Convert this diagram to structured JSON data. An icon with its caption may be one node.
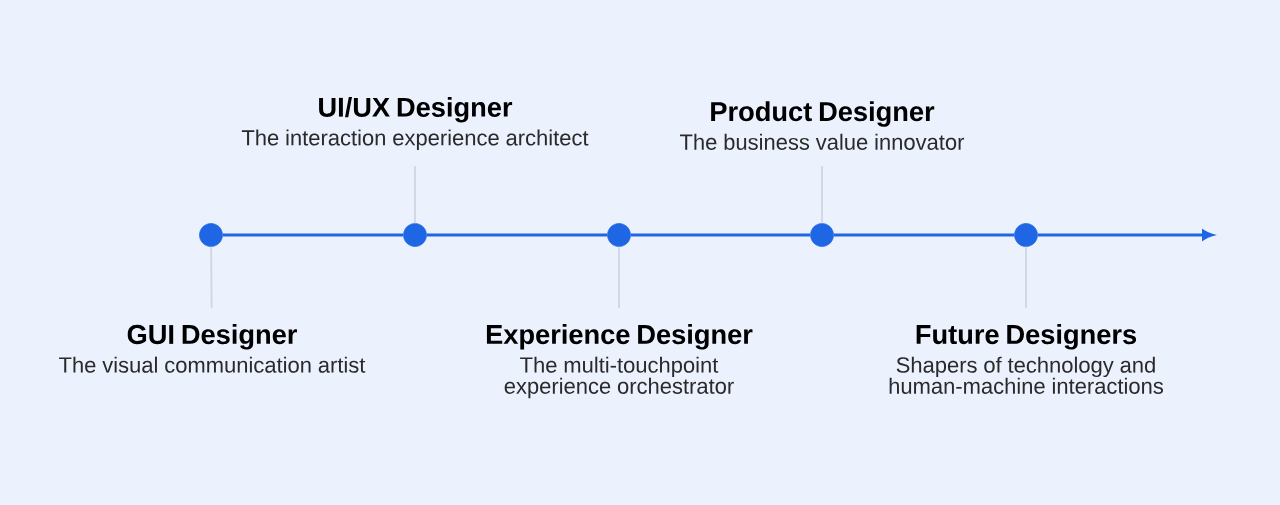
{
  "diagram": {
    "nodes": [
      {
        "text": [],
        "shape": "circle"
      },
      {
        "text": [],
        "shape": "circle"
      },
      {
        "text": [],
        "shape": "circle"
      },
      {
        "text": [],
        "shape": "circle"
      },
      {
        "text": [],
        "shape": "circle"
      },
      {
        "text": [
          "UI/UX Designer",
          "The interaction experience architect"
        ]
      },
      {
        "text": [
          "Product Designer",
          "The business value innovator"
        ]
      },
      {
        "text": [
          "GUI Designer",
          "The visual communication artist"
        ]
      },
      {
        "text": [
          "Experience Designer",
          "The multi-touchpoint experience orchestrator"
        ]
      },
      {
        "text": [
          "Future Designers",
          "Shapers of technology and human-machine interactions"
        ]
      }
    ],
    "edges": [
      {
        "from": 0,
        "to": 1,
        "arrow": "none"
      },
      {
        "from": 1,
        "to": 2,
        "arrow": "none"
      },
      {
        "from": 2,
        "to": 3,
        "arrow": "none"
      },
      {
        "from": 3,
        "to": 4,
        "arrow": "none"
      },
      {
        "from": 4,
        "to": null,
        "arrow": "to"
      },
      {
        "from": 5,
        "to": 1,
        "arrow": "none",
        "color": "#cfd5e1"
      },
      {
        "from": 6,
        "to": 3,
        "arrow": "none",
        "color": "#cfd5e1"
      },
      {
        "from": 7,
        "to": 0,
        "arrow": "none",
        "color": "#cfd5e1"
      },
      {
        "from": 8,
        "to": 2,
        "arrow": "none",
        "color": "#cfd5e1"
      },
      {
        "from": 9,
        "to": 4,
        "arrow": "none",
        "color": "#cfd5e1"
      }
    ]
  }
}
